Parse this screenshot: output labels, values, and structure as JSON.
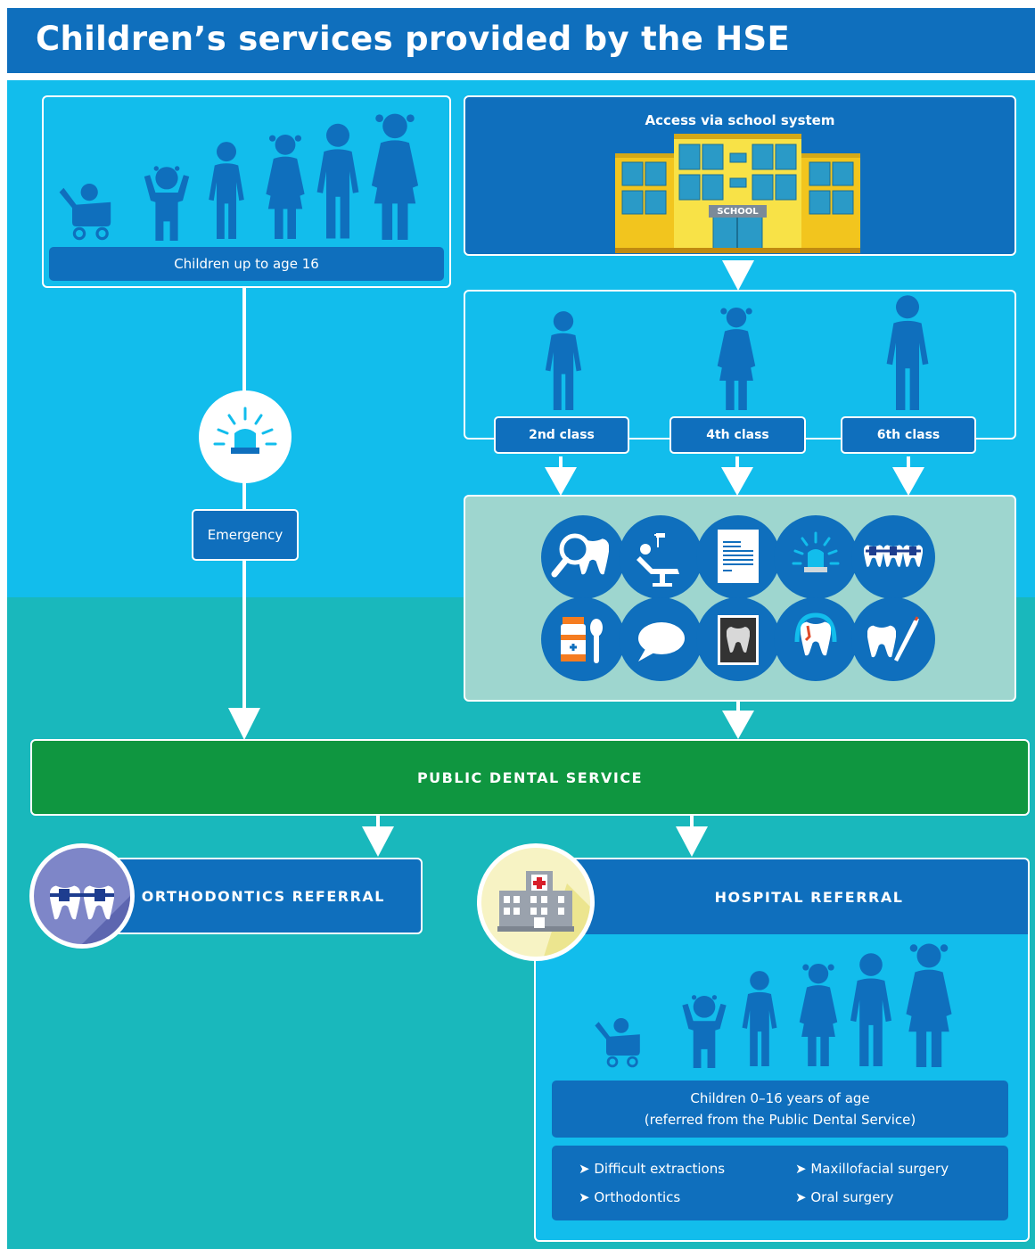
{
  "header": {
    "title": "Children’s services provided by the HSE"
  },
  "top_left": {
    "label": "Children up to age 16"
  },
  "school": {
    "label": "Access via school system",
    "sign": "SCHOOL"
  },
  "classes": [
    "2nd class",
    "4th class",
    "6th class"
  ],
  "emergency": {
    "label": "Emergency"
  },
  "pds": {
    "label": "PUBLIC DENTAL SERVICE"
  },
  "ortho": {
    "label": "ORTHODONTICS REFERRAL"
  },
  "hospital": {
    "label": "HOSPITAL REFERRAL",
    "children_line1": "Children 0–16 years of age",
    "children_line2": "(referred from the Public Dental Service)",
    "bullet_marker": "➤",
    "services": [
      "Difficult extractions",
      "Maxillofacial surgery",
      "Orthodontics",
      "Oral surgery"
    ]
  },
  "colors": {
    "header": "#0f6fbd",
    "sky": "#12bdec",
    "teal": "#19b8bc",
    "green": "#0f9640",
    "panel_teal": "#9ed6cf",
    "figure": "#0f6fbd"
  },
  "icons": [
    "tooth-magnifier-icon",
    "dental-chair-icon",
    "document-icon",
    "emergency-light-icon",
    "braces-icon",
    "medicine-spoon-icon",
    "speech-bubble-icon",
    "xray-icon",
    "tooth-decay-icon",
    "tooth-scalpel-icon"
  ]
}
